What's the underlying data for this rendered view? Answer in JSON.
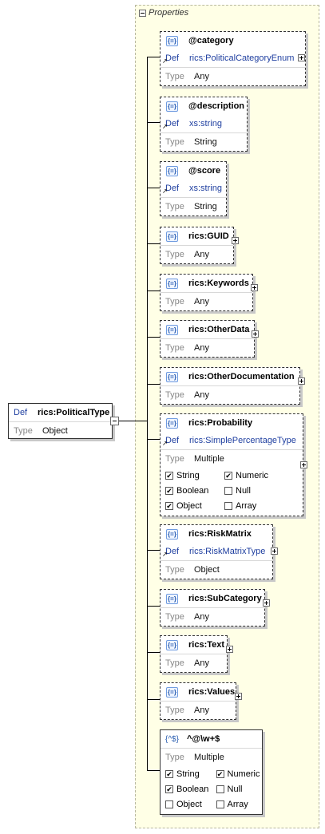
{
  "root": {
    "def_label": "Def",
    "name": "rics:PoliticalType",
    "type_label": "Type",
    "type_value": "Object"
  },
  "panel": {
    "title": "Properties"
  },
  "labels": {
    "def": "Def",
    "type": "Type"
  },
  "icons": {
    "attribute_icon_text": "{=}",
    "pattern_icon_text": "{^$}"
  },
  "properties": [
    {
      "name": "@category",
      "def": "rics:PoliticalCategoryEnum",
      "type": "Any"
    },
    {
      "name": "@description",
      "def": "xs:string",
      "type": "String"
    },
    {
      "name": "@score",
      "def": "xs:string",
      "type": "String"
    },
    {
      "name": "rics:GUID",
      "type": "Any"
    },
    {
      "name": "rics:Keywords",
      "type": "Any"
    },
    {
      "name": "rics:OtherData",
      "type": "Any"
    },
    {
      "name": "rics:OtherDocumentation",
      "type": "Any"
    },
    {
      "name": "rics:Probability",
      "def": "rics:SimplePercentageType",
      "type": "Multiple",
      "checks": [
        {
          "label": "String",
          "checked": true
        },
        {
          "label": "Numeric",
          "checked": true
        },
        {
          "label": "Boolean",
          "checked": true
        },
        {
          "label": "Null",
          "checked": false
        },
        {
          "label": "Object",
          "checked": true
        },
        {
          "label": "Array",
          "checked": false
        }
      ]
    },
    {
      "name": "rics:RiskMatrix",
      "def": "rics:RiskMatrixType",
      "type": "Object"
    },
    {
      "name": "rics:SubCategory",
      "type": "Any"
    },
    {
      "name": "rics:Text",
      "type": "Any"
    },
    {
      "name": "rics:Values",
      "type": "Any"
    },
    {
      "name": "^@\\w+$",
      "type": "Multiple",
      "checks": [
        {
          "label": "String",
          "checked": true
        },
        {
          "label": "Numeric",
          "checked": true
        },
        {
          "label": "Boolean",
          "checked": true
        },
        {
          "label": "Null",
          "checked": false
        },
        {
          "label": "Object",
          "checked": false
        },
        {
          "label": "Array",
          "checked": false
        }
      ]
    }
  ]
}
